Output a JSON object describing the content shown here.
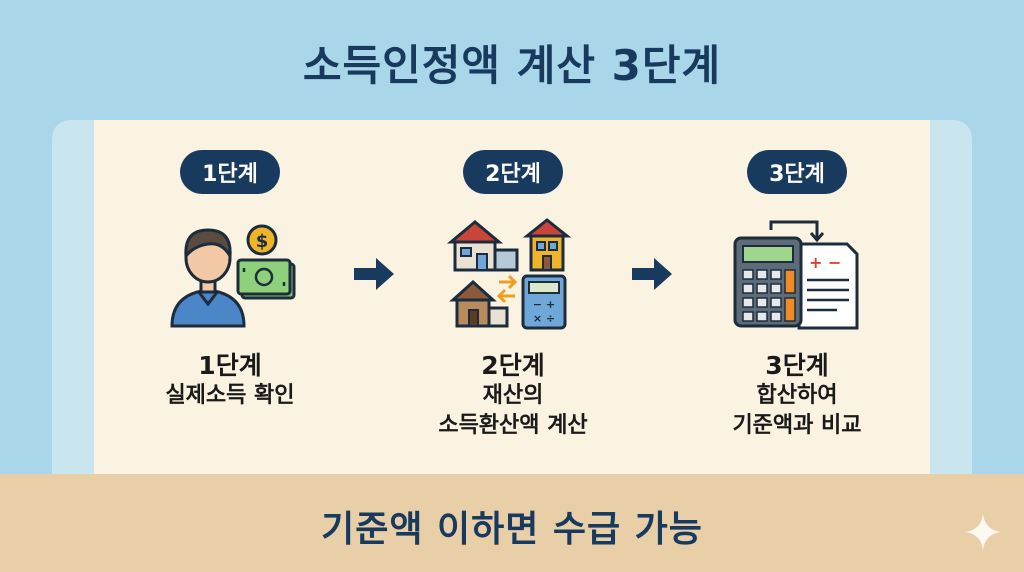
{
  "title": "소득인정액 계산 3단계",
  "steps": [
    {
      "badge": "1단계",
      "caption_title": "1단계",
      "caption_text": "실제소득 확인",
      "icon": "person-money-icon"
    },
    {
      "badge": "2단계",
      "caption_title": "2단계",
      "caption_text": "재산의\n소득환산액 계산",
      "icon": "property-calculator-icon"
    },
    {
      "badge": "3단계",
      "caption_title": "3단계",
      "caption_text": "합산하여\n기준액과 비교",
      "icon": "calculator-document-icon"
    }
  ],
  "footer": "기준액 이하면 수급 가능",
  "colors": {
    "navy": "#173a5e",
    "background": "#a9d6e8",
    "panel": "#fbf3e1",
    "footer": "#e8cfa7"
  }
}
